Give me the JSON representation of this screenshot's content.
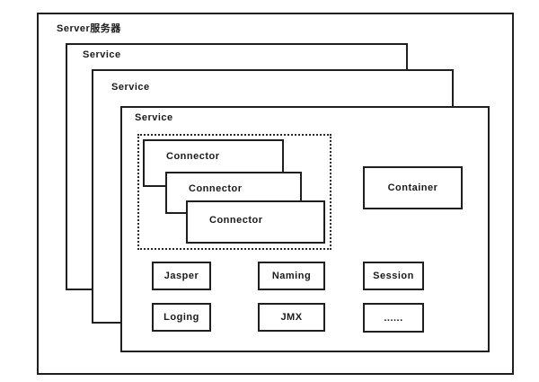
{
  "diagram": {
    "server": {
      "label": "Server服务器"
    },
    "services": [
      {
        "label": "Service"
      },
      {
        "label": "Service"
      },
      {
        "label": "Service"
      }
    ],
    "connectors": [
      {
        "label": "Connector"
      },
      {
        "label": "Connector"
      },
      {
        "label": "Connector"
      }
    ],
    "container": {
      "label": "Container"
    },
    "components": [
      {
        "label": "Jasper"
      },
      {
        "label": "Naming"
      },
      {
        "label": "Session"
      },
      {
        "label": "Loging"
      },
      {
        "label": "JMX"
      },
      {
        "label": "......"
      }
    ],
    "colors": {
      "line": "#1f1f1f",
      "text": "#1a1a1a",
      "background": "#ffffff"
    }
  }
}
